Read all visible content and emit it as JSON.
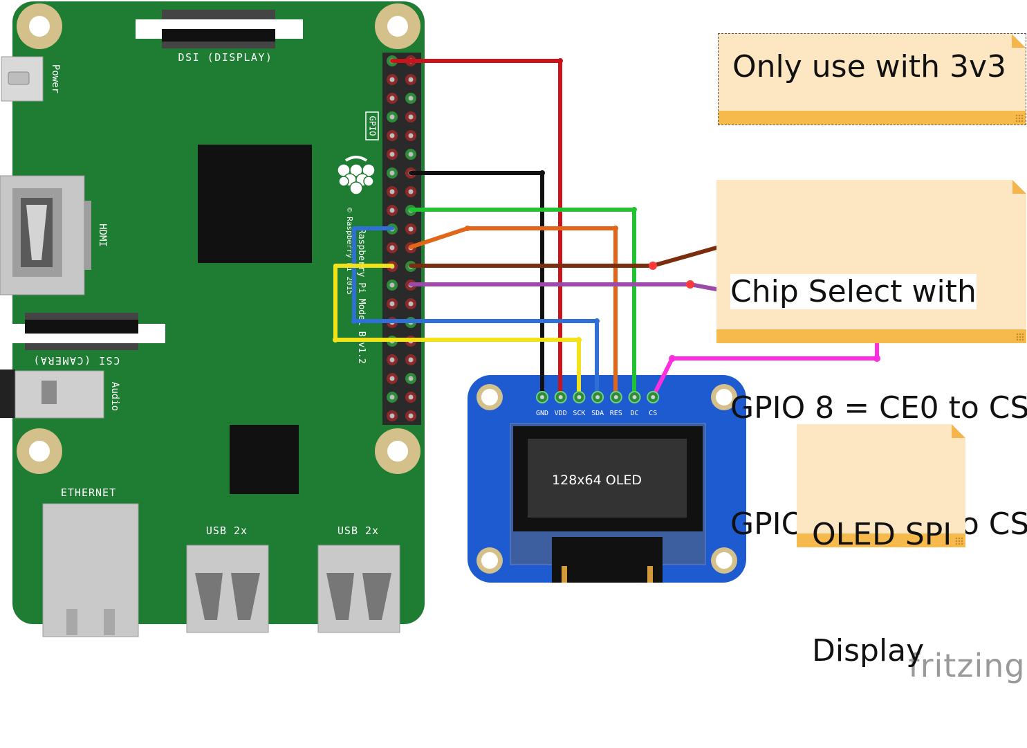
{
  "pi": {
    "dsi_label": "DSI (DISPLAY)",
    "power_label": "Power",
    "gpio_label": "GPIO",
    "hdmi_label": "HDMI",
    "csi_label": "CSI (CAMERA)",
    "audio_label": "Audio",
    "ethernet_label": "ETHERNET",
    "usb_label_1": "USB 2x",
    "usb_label_2": "USB 2x",
    "model_label": "Raspberry Pi Model B v1.2",
    "copyright_label": "© Raspberry Pi 2015"
  },
  "oled": {
    "screen_text": "128x64 OLED",
    "pins": [
      "GND",
      "VDD",
      "SCK",
      "SDA",
      "RES",
      "DC",
      "CS"
    ]
  },
  "notes": {
    "voltage": "Only use with 3v3",
    "chip_select_line1": "Chip Select with",
    "chip_select_line2": "GPIO 8 = CE0 to CS",
    "chip_select_line3": "GPIO 7 = CE1 to CS",
    "display_line1": "OLED SPI",
    "display_line2": "Display"
  },
  "watermark": "fritzing",
  "colors": {
    "pcb": "#1e7d32",
    "oled_board": "#1f5bd0",
    "wire_red": "#c8141a",
    "wire_black": "#111111",
    "wire_green": "#22c232",
    "wire_orange": "#e2661a",
    "wire_brown": "#7a2e0d",
    "wire_purple": "#9c4aa8",
    "wire_blue": "#2f6fd6",
    "wire_yellow": "#f1e21a",
    "wire_magenta": "#ff2ee0",
    "note_fill": "#fde7c2",
    "note_bar": "#f6b94c"
  }
}
